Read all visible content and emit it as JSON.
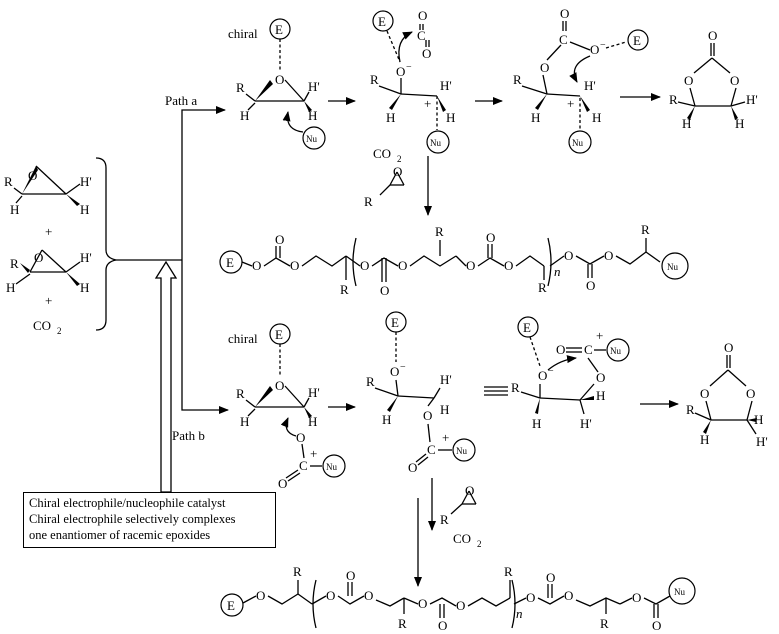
{
  "labels": {
    "path_a": "Path a",
    "path_b": "Path b",
    "chiral": "chiral",
    "co2": "CO",
    "co2_sub": "2",
    "plus": "+",
    "n": "n",
    "electrophile": "E",
    "nucleophile": "Nu",
    "R": "R",
    "H": "H",
    "Hprime": "H'",
    "O": "O",
    "C": "C",
    "minus": "−"
  },
  "catalyst_box": {
    "line1": "Chiral electrophile/nucleophile catalyst",
    "line2": "Chiral electrophile selectively complexes",
    "line3": "one enantiomer of racemic epoxides"
  }
}
